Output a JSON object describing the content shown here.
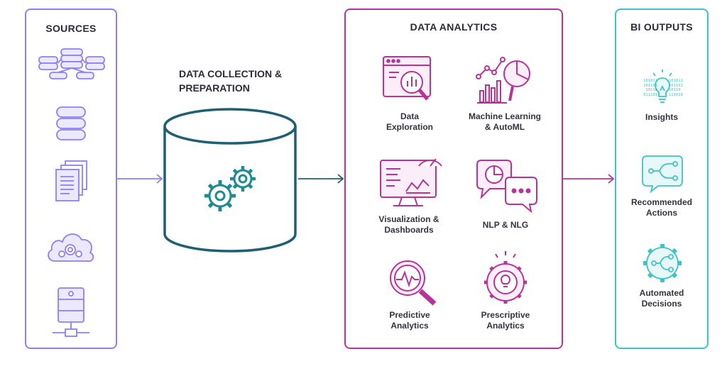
{
  "sources": {
    "title": "SOURCES",
    "icons": [
      "database-network-icon",
      "database-icon",
      "documents-icon",
      "cloud-gear-icon",
      "server-network-icon"
    ]
  },
  "collection": {
    "title_line1": "DATA COLLECTION &",
    "title_line2": "PREPARATION"
  },
  "analytics": {
    "title": "DATA ANALYTICS",
    "items": [
      {
        "line1": "Data",
        "line2": "Exploration",
        "icon": "browser-magnifier-icon"
      },
      {
        "line1": "Machine Learning",
        "line2": "& AutoML",
        "icon": "chart-magnifier-icon"
      },
      {
        "line1": "Visualization &",
        "line2": "Dashboards",
        "icon": "dashboard-monitor-icon"
      },
      {
        "line1": "NLP & NLG",
        "line2": "",
        "icon": "chat-bubbles-icon"
      },
      {
        "line1": "Predictive",
        "line2": "Analytics",
        "icon": "magnifier-pulse-icon"
      },
      {
        "line1": "Prescriptive",
        "line2": "Analytics",
        "icon": "gear-bulb-icon"
      }
    ]
  },
  "outputs": {
    "title": "BI OUTPUTS",
    "items": [
      {
        "line1": "Insights",
        "line2": "",
        "icon": "lightbulb-binary-icon"
      },
      {
        "line1": "Recommended",
        "line2": "Actions",
        "icon": "decision-chat-icon"
      },
      {
        "line1": "Automated",
        "line2": "Decisions",
        "icon": "gear-flow-icon"
      }
    ],
    "binary_left": [
      "101011",
      "101101",
      "10110",
      "011101"
    ],
    "binary_right": [
      "101011",
      "101101",
      "10110",
      "111010"
    ]
  },
  "colors": {
    "sources": "#8d7ff0",
    "collection": "#1f5f72",
    "analytics": "#b8329c",
    "outputs": "#3ec4c4"
  }
}
